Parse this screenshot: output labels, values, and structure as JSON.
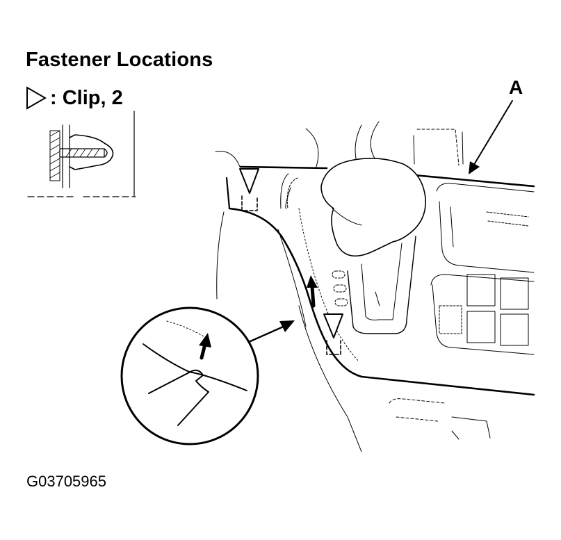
{
  "diagram": {
    "title": "Fastener Locations",
    "legend": {
      "icon": "open-triangle-icon",
      "text": ": Clip, 2"
    },
    "callout_label": "A",
    "figure_id": "G03705965",
    "clips": [
      {
        "label": "clip-upper-left"
      },
      {
        "label": "clip-lower-center"
      }
    ]
  }
}
